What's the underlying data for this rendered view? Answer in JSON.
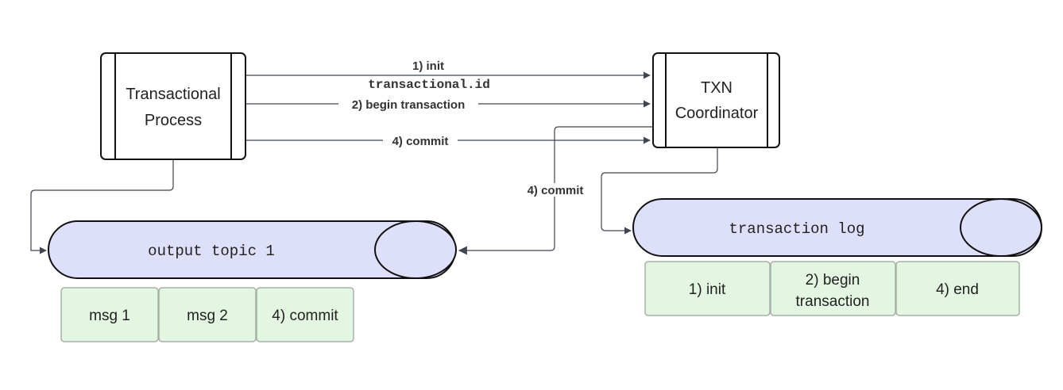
{
  "nodes": {
    "process": {
      "label_line1": "Transactional",
      "label_line2": "Process"
    },
    "coordinator": {
      "label_line1": "TXN",
      "label_line2": "Coordinator"
    },
    "output_topic": {
      "label": "output topic 1"
    },
    "transaction_log": {
      "label": "transaction log"
    }
  },
  "edges": {
    "init": {
      "label_line1": "1) init",
      "label_line2": "transactional.id"
    },
    "begin": {
      "label": "2) begin transaction"
    },
    "commit_top": {
      "label": "4) commit"
    },
    "commit_down": {
      "label": "4) commit"
    }
  },
  "output_messages": [
    "msg 1",
    "msg 2",
    "4) commit"
  ],
  "log_entries": [
    {
      "line1": "1) init",
      "line2": ""
    },
    {
      "line1": "2) begin",
      "line2": "transaction"
    },
    {
      "line1": "4) end",
      "line2": ""
    }
  ],
  "colors": {
    "topic_fill": "#dedffb",
    "cell_fill": "#e3f6e1",
    "cell_stroke": "#a8b0a6",
    "stroke": "#111111",
    "edge": "#3f4652"
  }
}
